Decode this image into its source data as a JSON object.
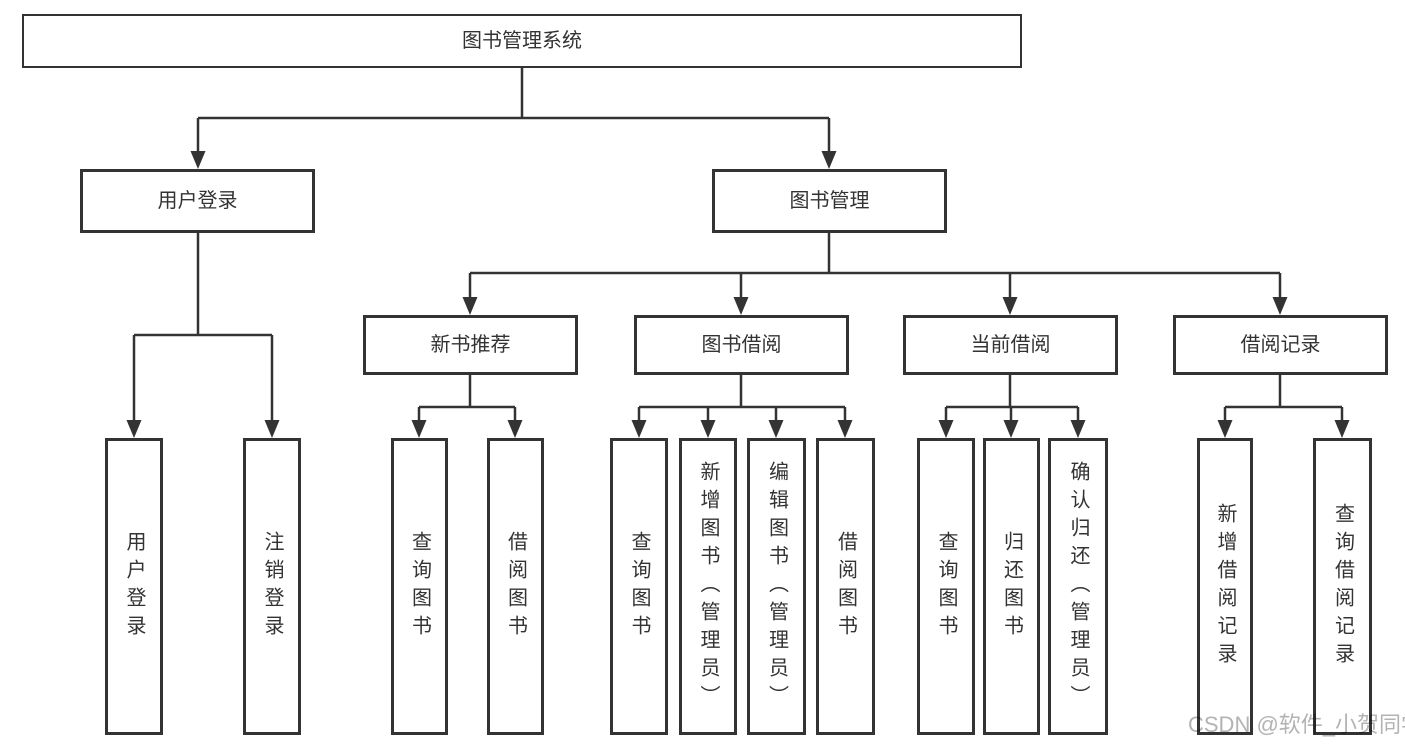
{
  "colors": {
    "line": "#333333",
    "text": "#333333",
    "box_background": "#ffffff",
    "watermark": "#b3b3b3"
  },
  "tree": {
    "root": {
      "label": "图书管理系统",
      "children": [
        {
          "label": "用户登录",
          "children": [
            {
              "label": "用户登录"
            },
            {
              "label": "注销登录"
            }
          ]
        },
        {
          "label": "图书管理",
          "children": [
            {
              "label": "新书推荐",
              "children": [
                {
                  "label": "查询图书"
                },
                {
                  "label": "借阅图书"
                }
              ]
            },
            {
              "label": "图书借阅",
              "children": [
                {
                  "label": "查询图书"
                },
                {
                  "label": "新增图书（管理员）"
                },
                {
                  "label": "编辑图书（管理员）"
                },
                {
                  "label": "借阅图书"
                }
              ]
            },
            {
              "label": "当前借阅",
              "children": [
                {
                  "label": "查询图书"
                },
                {
                  "label": "归还图书"
                },
                {
                  "label": "确认归还（管理员）"
                }
              ]
            },
            {
              "label": "借阅记录",
              "children": [
                {
                  "label": "新增借阅记录"
                },
                {
                  "label": "查询借阅记录"
                }
              ]
            }
          ]
        }
      ]
    }
  },
  "watermark": {
    "text": "CSDN @软件_小贺同学"
  }
}
